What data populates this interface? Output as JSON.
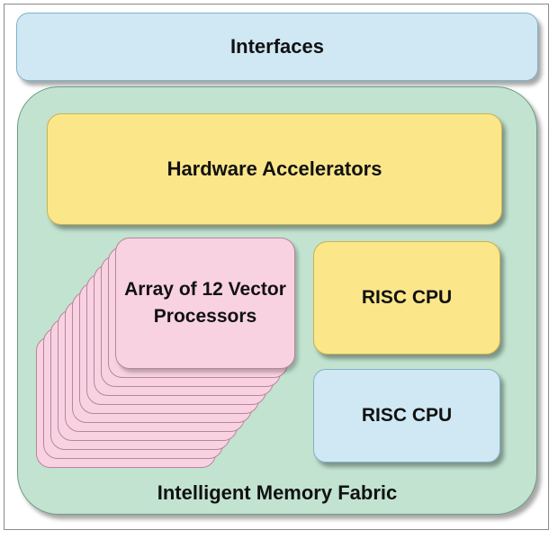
{
  "blocks": {
    "interfaces": {
      "label": "Interfaces",
      "color": "#cfe8f4"
    },
    "fabric": {
      "label": "Intelligent Memory Fabric",
      "color": "#c1e3d0"
    },
    "hardware_accelerators": {
      "label": "Hardware Accelerators",
      "color": "#fbe689"
    },
    "vector_processors": {
      "label": "Array of 12 Vector Processors",
      "color": "#f9d2e2",
      "count": 12
    },
    "risc_cpu_1": {
      "label": "RISC CPU",
      "color": "#fbe689"
    },
    "risc_cpu_2": {
      "label": "RISC CPU",
      "color": "#cfe8f4"
    }
  }
}
